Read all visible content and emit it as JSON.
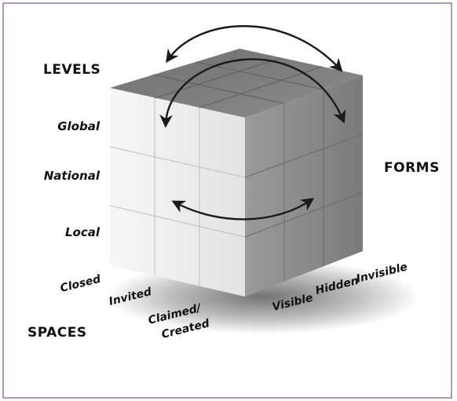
{
  "axes": {
    "levels": {
      "title": "LEVELS",
      "items": [
        "Global",
        "National",
        "Local"
      ]
    },
    "forms": {
      "title": "FORMS",
      "items": [
        "Invisible",
        "Hidden",
        "Visible"
      ]
    },
    "spaces": {
      "title": "SPACES",
      "items": [
        "Closed",
        "Invited",
        "Claimed/",
        "Created"
      ]
    }
  },
  "colors": {
    "frame": "#b19ab7",
    "front_face": "#f2f2f2",
    "right_face": "#8c8c8c",
    "top_face": "#7a7a7a",
    "arrow": "#1a1a1a"
  },
  "icons": {
    "arrows": [
      "curved-double-arrow-icon",
      "curved-double-arrow-icon",
      "curved-double-arrow-icon"
    ]
  }
}
